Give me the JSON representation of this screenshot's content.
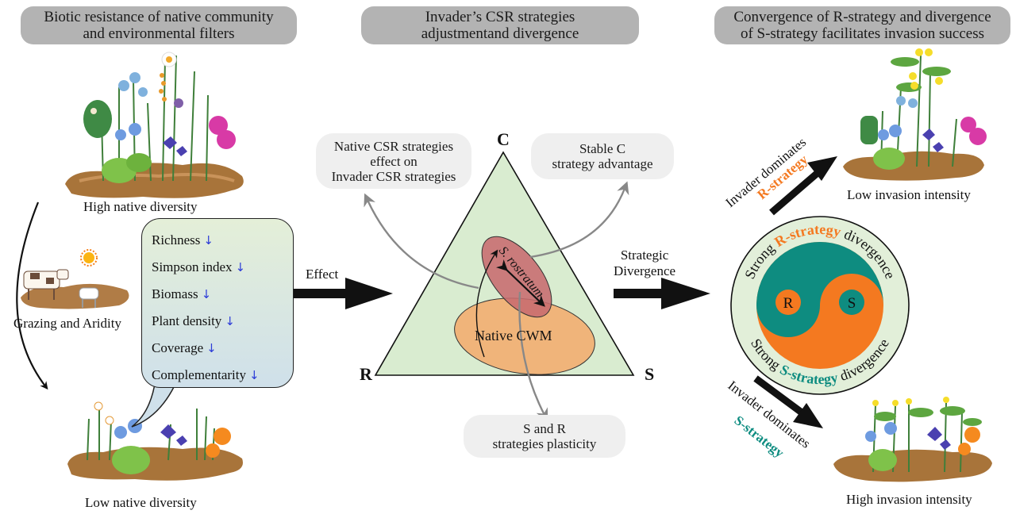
{
  "headers": {
    "left": "Biotic resistance of native community\nand environmental filters",
    "middle": "Invader’s CSR strategies\nadjustmentand divergence",
    "right": "Convergence of R-strategy and divergence\nof S-strategy facilitates invasion success"
  },
  "left_panel": {
    "high_diversity_caption": "High native diversity",
    "grazing_caption": "Grazing and Aridity",
    "low_diversity_caption": "Low native diversity",
    "metrics": [
      {
        "label": "Richness",
        "trend": "↓"
      },
      {
        "label": "Simpson index",
        "trend": "↓"
      },
      {
        "label": "Biomass",
        "trend": "↓"
      },
      {
        "label": "Plant density",
        "trend": "↓"
      },
      {
        "label": "Coverage",
        "trend": "↓"
      },
      {
        "label": "Complementarity",
        "trend": "↓"
      }
    ],
    "trend_color": "#2b3bd8"
  },
  "arrows": {
    "effect_label": "Effect",
    "divergence_label": "Strategic\nDivergence"
  },
  "triangle": {
    "vertex_c": "C",
    "vertex_r": "R",
    "vertex_s": "S",
    "invader_label": "S. rostratum",
    "native_label": "Native CWM",
    "fill_color": "#d9ecd0",
    "invader_color": "#c76b6e",
    "native_color": "#f0b47a"
  },
  "callouts": {
    "native_effect": "Native CSR  strategies\neffect on\nInvader CSR strategies",
    "stable_c": "Stable C\nstrategy advantage",
    "plasticity": "S and R\nstrategies plasticity"
  },
  "right_panel": {
    "upper_arrow_label_1": "Invader dominates",
    "upper_arrow_label_2": "R-strategy",
    "lower_arrow_label_1": "Invader dominates",
    "lower_arrow_label_2": "S-strategy",
    "low_intensity_caption": "Low invasion intensity",
    "high_intensity_caption": "High invasion intensity",
    "ring_top_prefix": "Strong ",
    "ring_top_highlight": "R-strategy",
    "ring_top_suffix": " divergence",
    "ring_bottom_prefix": "Strong ",
    "ring_bottom_highlight": "S-strategy",
    "ring_bottom_suffix": " divergence",
    "yin_r": "R",
    "yin_s": "S",
    "r_color": "#f47920",
    "s_color": "#0e8c80",
    "ring_color": "#e2efd9"
  }
}
